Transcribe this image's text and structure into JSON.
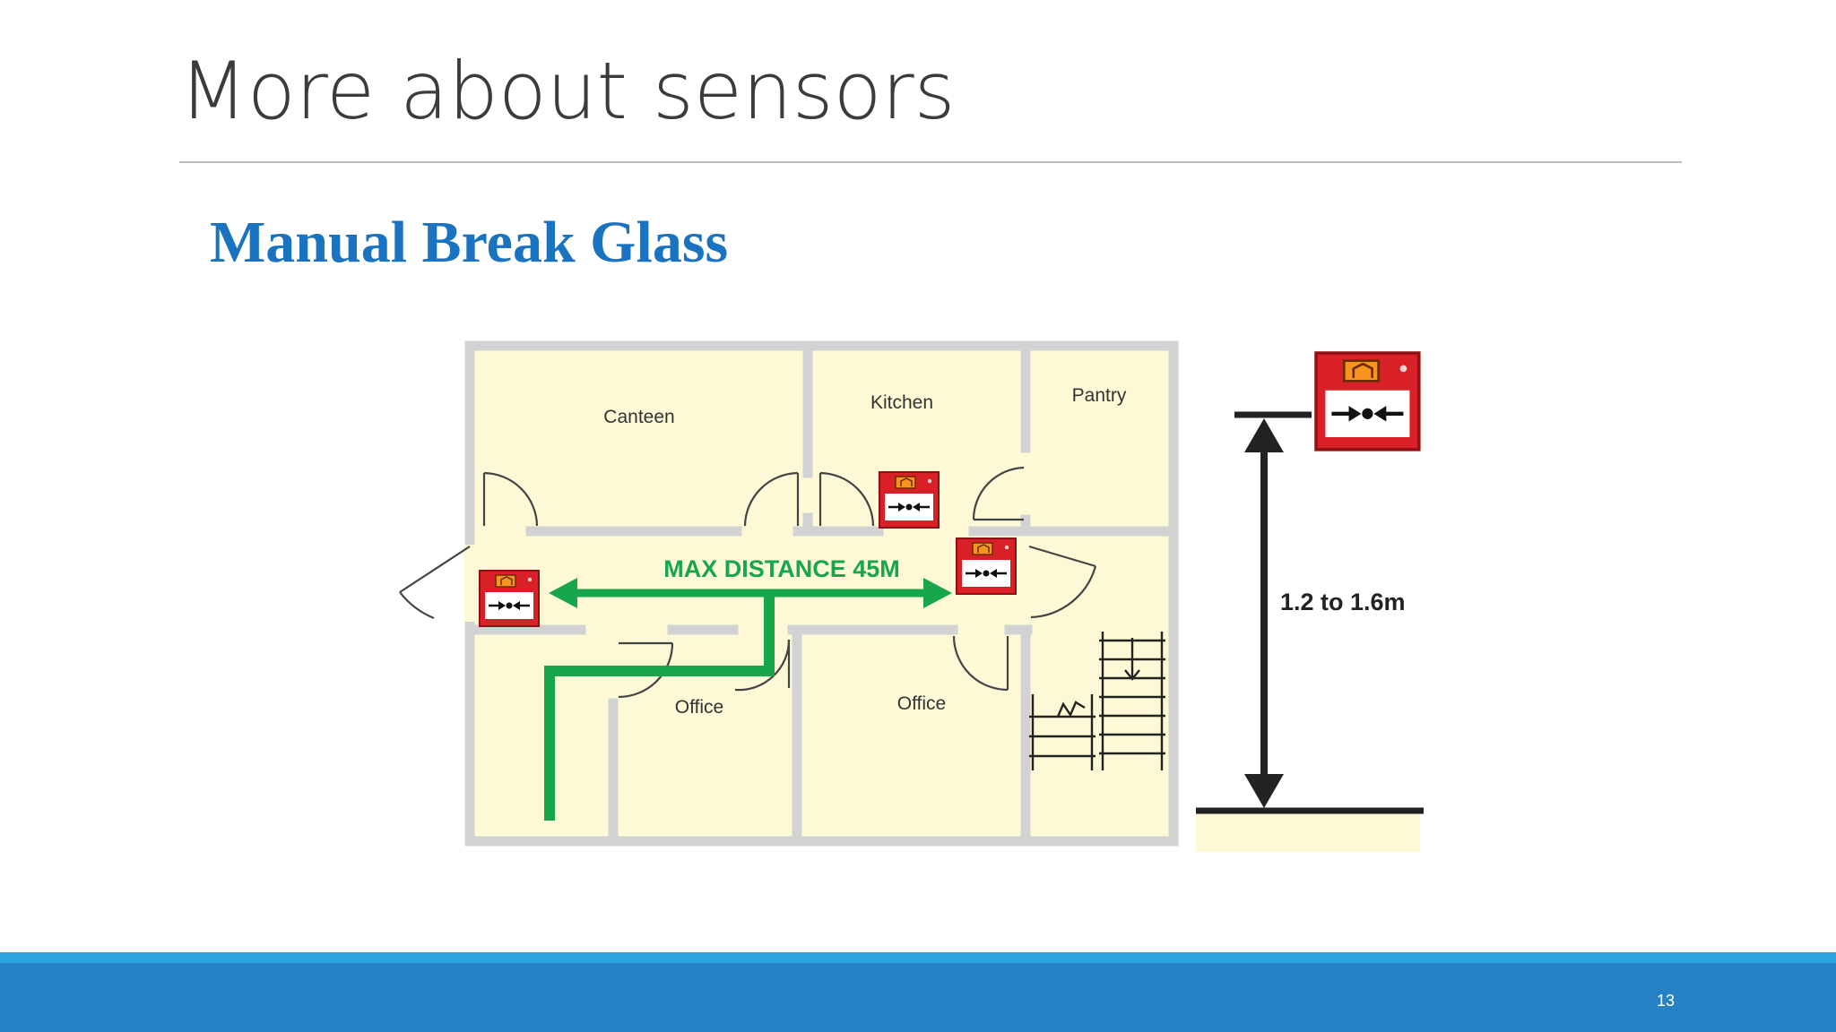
{
  "slide": {
    "title": "More about sensors",
    "subtitle": "Manual Break Glass",
    "page_number": "13"
  },
  "diagram": {
    "rooms": {
      "canteen": "Canteen",
      "kitchen": "Kitchen",
      "pantry": "Pantry",
      "office_left": "Office",
      "office_right": "Office"
    },
    "distance_label": "MAX DISTANCE 45M",
    "mounting_height_label": "1.2 to 1.6m"
  },
  "colors": {
    "title": "#3b3b3b",
    "subtitle": "#1a73c0",
    "floor": "#fdf9d6",
    "wall": "#d2d2d2",
    "route_green": "#17a649",
    "call_point_red": "#d92027",
    "footer_bar": "#2680c4",
    "footer_stripe": "#2aa3df"
  },
  "icons": [
    "manual-call-point-icon",
    "double-arrow-icon",
    "stairs-icon",
    "door-swing-icon"
  ]
}
